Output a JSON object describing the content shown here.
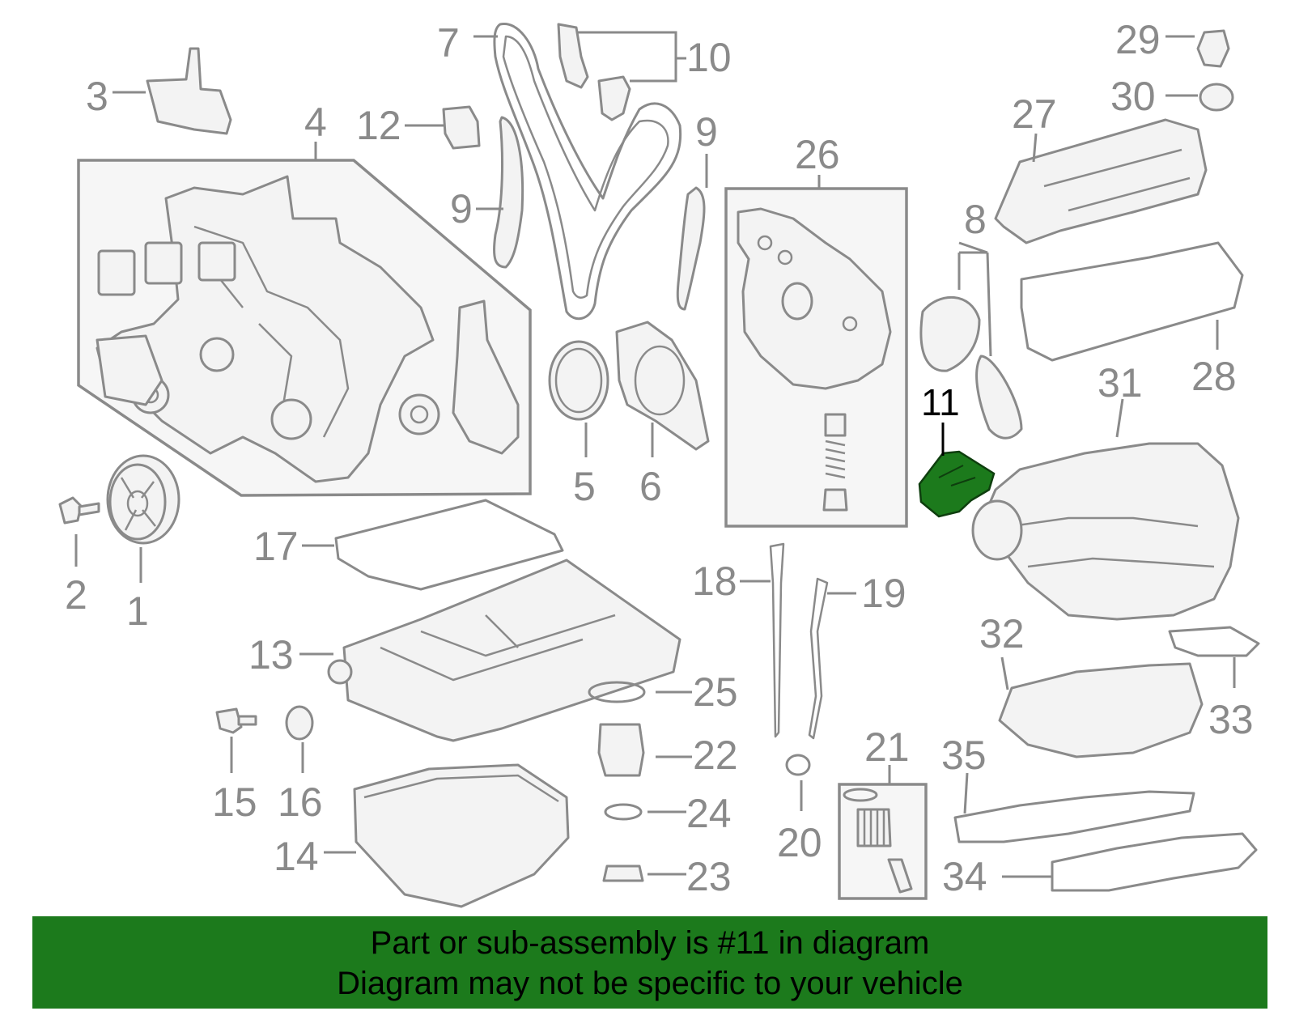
{
  "diagram": {
    "highlight_color": "#1c7a1c",
    "line_color": "#8a8a8a",
    "highlighted_part": "11",
    "callouts": [
      "1",
      "2",
      "3",
      "4",
      "5",
      "6",
      "7",
      "8",
      "9",
      "9",
      "10",
      "11",
      "12",
      "13",
      "14",
      "15",
      "16",
      "17",
      "18",
      "19",
      "20",
      "21",
      "22",
      "23",
      "24",
      "25",
      "26",
      "27",
      "28",
      "29",
      "30",
      "31",
      "32",
      "33",
      "34",
      "35"
    ]
  },
  "banner": {
    "line1": "Part or sub-assembly is #11 in diagram",
    "line2": "Diagram may not be specific to your vehicle",
    "background": "#1c7a1c"
  }
}
